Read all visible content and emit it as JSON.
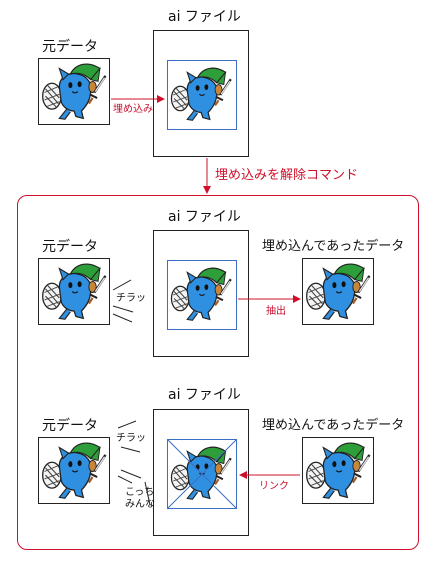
{
  "top": {
    "source_label": "元データ",
    "ai_file_label": "ai ファイル",
    "embed_arrow_label": "埋め込み"
  },
  "command_label": "埋め込みを解除コマンド",
  "middle": {
    "source_label": "元データ",
    "ai_file_label": "ai ファイル",
    "embedded_data_label": "埋め込んであったデータ",
    "glance_label": "チラッ",
    "extract_arrow_label": "抽出"
  },
  "bottom": {
    "source_label": "元データ",
    "ai_file_label": "ai ファイル",
    "embedded_data_label": "埋め込んであったデータ",
    "glance_label": "チラッ",
    "everyone_label_1": "こっち",
    "everyone_label_2": "みんな",
    "link_arrow_label": "リンク"
  },
  "colors": {
    "accent_red": "#d0102a",
    "placed_blue": "#3a6fc4",
    "character_blue": "#2f8fe0",
    "hat_green": "#2e9e3a"
  },
  "icons": [
    "cat-knight-icon"
  ]
}
